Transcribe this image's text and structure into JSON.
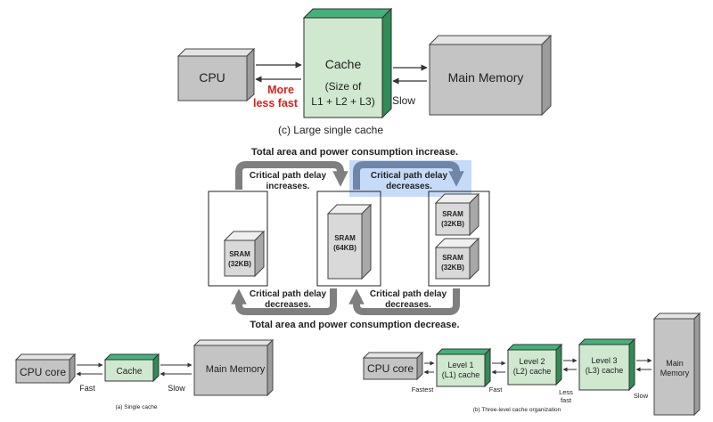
{
  "top": {
    "cpu": "CPU",
    "cache": {
      "title": "Cache",
      "line1": "(Size of",
      "line2": "L1 + L2 + L3)"
    },
    "main_memory": "Main Memory",
    "speed_more": "More",
    "speed_less": "less fast",
    "speed_slow": "Slow",
    "caption": "(c) Large single cache",
    "colors": {
      "cache": "#cfe8cf",
      "cache_accent": "#3fa56a",
      "box": "#c4c4c4",
      "red": "#e0201a"
    }
  },
  "middle": {
    "top_label": "Total area and power consumption increase.",
    "bottom_label": "Total area and power consumption decrease.",
    "delay_increase_1": "Critical path delay",
    "delay_increase_2": "increases.",
    "delay_decrease_1": "Critical path delay",
    "delay_decrease_2": "decreases.",
    "sram_32_a": "SRAM",
    "sram_32_b": "(32KB)",
    "sram_64_a": "SRAM",
    "sram_64_b": "(64KB)",
    "colors": {
      "arrow": "#7f7f7f",
      "highlight": "#c5dbf7",
      "cube": "#d9d9d9"
    }
  },
  "bottom_left": {
    "cpu": "CPU core",
    "cache": "Cache",
    "main_memory": "Main Memory",
    "fast": "Fast",
    "slow": "Slow",
    "caption": "(a) Single cache"
  },
  "bottom_right": {
    "cpu": "CPU core",
    "l1_a": "Level 1",
    "l1_b": "(L1) cache",
    "l2_a": "Level 2",
    "l2_b": "(L2) cache",
    "l3_a": "Level 3",
    "l3_b": "(L3) cache",
    "main_a": "Main",
    "main_b": "Memory",
    "fastest": "Fastest",
    "fast": "Fast",
    "less_a": "Less",
    "less_b": "fast",
    "slow": "Slow",
    "caption": "(b) Three-level cache organization"
  }
}
